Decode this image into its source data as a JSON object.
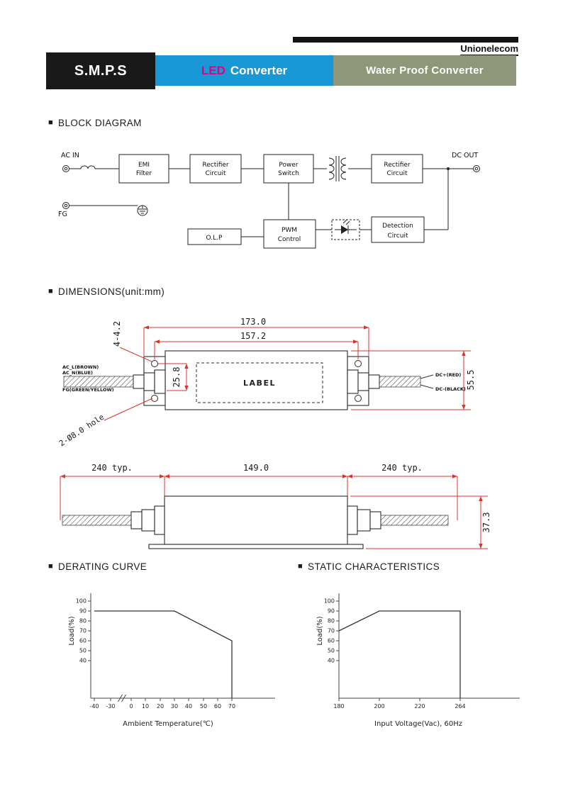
{
  "brand": "Unionelecom",
  "header": {
    "smps": "S.M.P.S",
    "led": "LED",
    "converter": "Converter",
    "waterproof": "Water Proof Converter"
  },
  "sections": {
    "bullet": "■",
    "block_diagram": "BLOCK DIAGRAM",
    "dimensions": "DIMENSIONS(unit:mm)",
    "derating": "DERATING CURVE",
    "static_characteristics": "STATIC CHARACTERISTICS"
  },
  "block_diagram": {
    "ac_in": "AC IN",
    "fg": "FG",
    "dc_out": "DC OUT",
    "emi_filter": [
      "EMI",
      "Filter"
    ],
    "rectifier_input": [
      "Rectifier",
      "Circuit"
    ],
    "power_switch": [
      "Power",
      "Switch"
    ],
    "rectifier_output": [
      "Rectifier",
      "Circuit"
    ],
    "olp": "O.L.P",
    "pwm_control": [
      "PWM",
      "Control"
    ],
    "detection_circuit": [
      "Detection",
      "Circuit"
    ]
  },
  "dimensions": {
    "overall_width": "173.0",
    "hole_pitch_width": "157.2",
    "mounting_holes": "4-4.2",
    "hole_offset": "25.8",
    "overall_height": "55.5",
    "big_holes": "2-Ø8.0 hole",
    "label_text": "LABEL",
    "wires_left": [
      "AC_L(BROWN)",
      "AC_N(BLUE)",
      "FG(GREEN/YELLOW)"
    ],
    "wires_right": [
      "DC+(RED)",
      "DC-(BLACK)"
    ],
    "wire_length_left": "240 typ.",
    "body_length": "149.0",
    "wire_length_right": "240 typ.",
    "body_height": "37.3"
  },
  "chart_data": [
    {
      "type": "line",
      "title": "DERATING CURVE",
      "xlabel": "Ambient Temperature(℃)",
      "ylabel": "Load(%)",
      "x_ticks": [
        -40,
        -30,
        0,
        10,
        20,
        30,
        40,
        50,
        60,
        70
      ],
      "y_ticks": [
        100,
        90,
        80,
        70,
        60,
        50,
        40
      ],
      "ylim": [
        0,
        100
      ],
      "axis_break_between": [
        -30,
        0
      ],
      "legend": false,
      "series": [
        {
          "name": "Load",
          "points": [
            [
              -40,
              90
            ],
            [
              30,
              90
            ],
            [
              70,
              60
            ]
          ],
          "drop_to_axis": true
        }
      ]
    },
    {
      "type": "line",
      "title": "STATIC CHARACTERISTICS",
      "xlabel": "Input Voltage(Vac), 60Hz",
      "ylabel": "Load(%)",
      "x_ticks": [
        180,
        200,
        220,
        264
      ],
      "y_ticks": [
        100,
        90,
        80,
        70,
        60,
        50,
        40
      ],
      "ylim": [
        0,
        100
      ],
      "legend": false,
      "series": [
        {
          "name": "Load",
          "points": [
            [
              180,
              70
            ],
            [
              200,
              90
            ],
            [
              264,
              90
            ]
          ],
          "drop_to_axis": true
        }
      ]
    }
  ]
}
